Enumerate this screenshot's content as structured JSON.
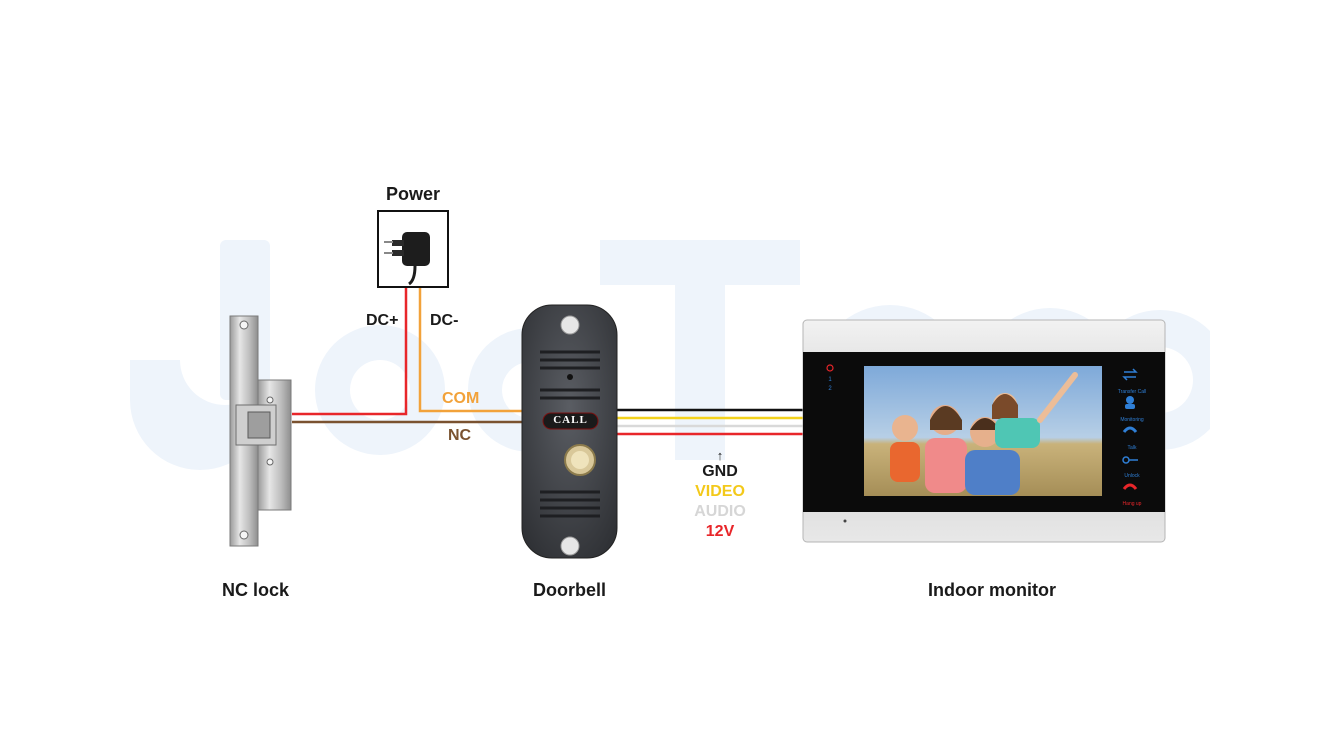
{
  "labels": {
    "power": "Power",
    "nc_lock": "NC lock",
    "doorbell": "Doorbell",
    "indoor_monitor": "Indoor monitor",
    "dc_plus": "DC+",
    "dc_minus": "DC-",
    "com": "COM",
    "nc": "NC",
    "call": "CALL"
  },
  "legend": {
    "arrow": "↑",
    "gnd": "GND",
    "video": "VIDEO",
    "audio": "AUDIO",
    "v12": "12V"
  },
  "monitor_buttons": [
    "Transfer Call",
    "Monitoring",
    "Talk",
    "Unlock",
    "Hang up"
  ],
  "colors": {
    "wire_red": "#e8262a",
    "wire_orange": "#f2a23a",
    "wire_brown": "#7a5230",
    "wire_black": "#111111",
    "wire_yellow": "#f3d21c",
    "wire_white": "#d9d9d9",
    "legend_gnd": "#1a1a1a",
    "legend_video": "#f3c91a",
    "legend_audio": "#d6d6d6",
    "legend_12v": "#e8262a",
    "accent_blue": "#2f7fd6"
  }
}
